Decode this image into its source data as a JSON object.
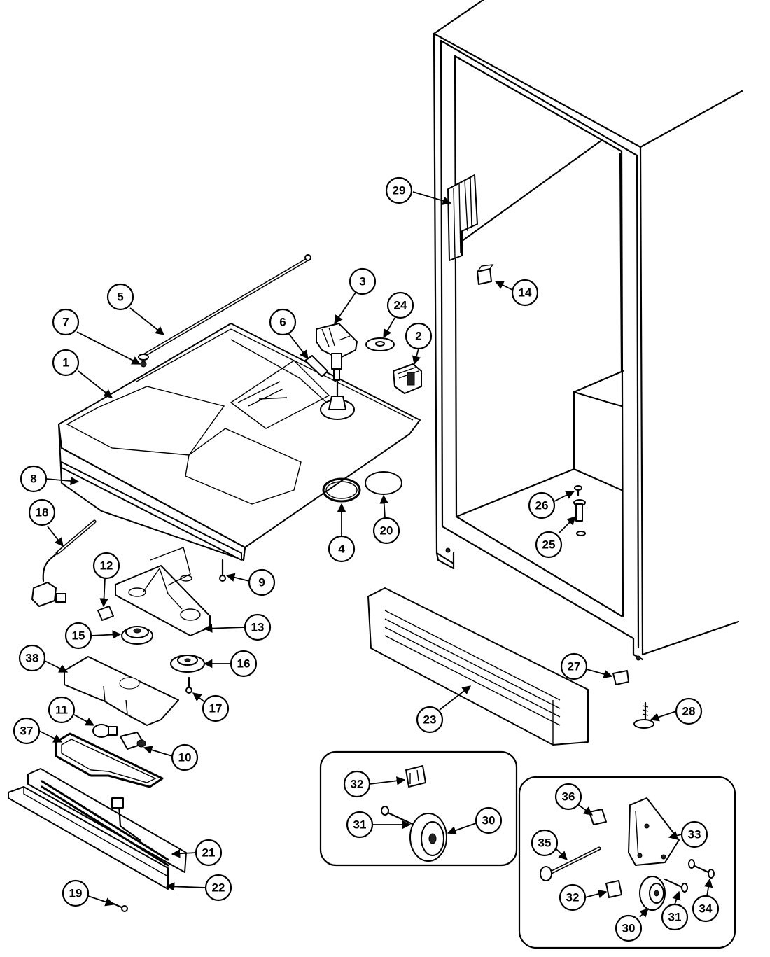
{
  "callouts": {
    "c1": "1",
    "c2": "2",
    "c3": "3",
    "c4": "4",
    "c5": "5",
    "c6": "6",
    "c7": "7",
    "c8": "8",
    "c9": "9",
    "c10": "10",
    "c11": "11",
    "c12": "12",
    "c13": "13",
    "c14": "14",
    "c15": "15",
    "c16": "16",
    "c17": "17",
    "c18": "18",
    "c19": "19",
    "c20": "20",
    "c21": "21",
    "c22": "22",
    "c23": "23",
    "c24": "24",
    "c25": "25",
    "c26": "26",
    "c27": "27",
    "c28": "28",
    "c29": "29",
    "c30a": "30",
    "c31a": "31",
    "c32a": "32",
    "c30b": "30",
    "c31b": "31",
    "c32b": "32",
    "c33": "33",
    "c34": "34",
    "c35": "35",
    "c36": "36",
    "c37": "37",
    "c38": "38"
  }
}
